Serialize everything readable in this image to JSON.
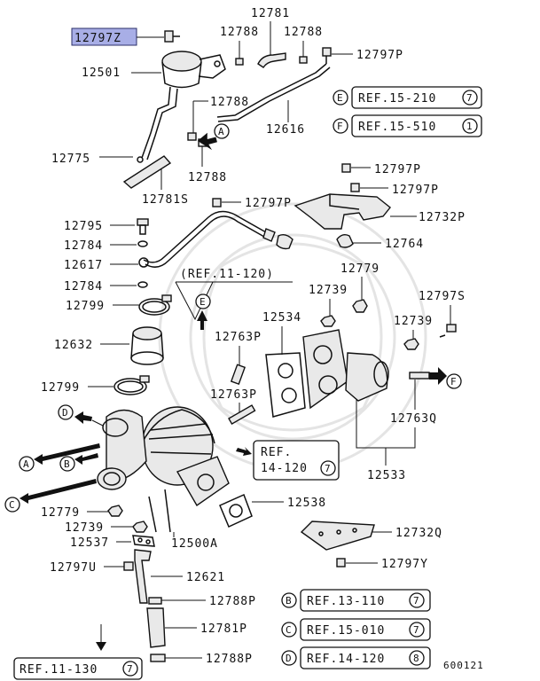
{
  "highlighted_part": "12797Z",
  "labels": {
    "p12781_top": "12781",
    "p12788_a": "12788",
    "p12788_b": "12788",
    "p12797p_top": "12797P",
    "p12501": "12501",
    "p12788_c": "12788",
    "p12616": "12616",
    "p12775": "12775",
    "p12788_d": "12788",
    "p12781s": "12781S",
    "p12797p_b": "12797P",
    "p12797p_c": "12797P",
    "p12797p_d": "12797P",
    "p12795": "12795",
    "p12732p": "12732P",
    "p12784_a": "12784",
    "p12764": "12764",
    "p12617": "12617",
    "p12779_a": "12779",
    "p12784_b": "12784",
    "p12739_a": "12739",
    "p12797s": "12797S",
    "p12799_a": "12799",
    "p12534": "12534",
    "p12739_b": "12739",
    "p12763p_a": "12763P",
    "p12632": "12632",
    "p12799_b": "12799",
    "p12763p_b": "12763P",
    "p12763q": "12763Q",
    "p12533": "12533",
    "p12538": "12538",
    "p12779_b": "12779",
    "p12739_c": "12739",
    "p12537": "12537",
    "p12500a": "12500A",
    "p12732q": "12732Q",
    "p12797y": "12797Y",
    "p12797u": "12797U",
    "p12621": "12621",
    "p12788p_a": "12788P",
    "p12781p": "12781P",
    "p12788p_b": "12788P",
    "ref_11_120": "(REF.11-120)",
    "drawing_no": "600121"
  },
  "letters": {
    "a": "A",
    "b": "B",
    "c": "C",
    "d": "D",
    "e": "E",
    "f": "F"
  },
  "refs": {
    "e_ref": {
      "text": "REF.15-210",
      "num": "7"
    },
    "f_ref": {
      "text": "REF.15-510",
      "num": "1"
    },
    "mid_ref": {
      "line1": "REF.",
      "line2": "14-120",
      "num": "7"
    },
    "b_ref": {
      "text": "REF.13-110",
      "num": "7"
    },
    "c_ref": {
      "text": "REF.15-010",
      "num": "7"
    },
    "d_ref": {
      "text": "REF.14-120",
      "num": "8"
    },
    "bottom_ref": {
      "text": "REF.11-130",
      "num": "7"
    }
  }
}
